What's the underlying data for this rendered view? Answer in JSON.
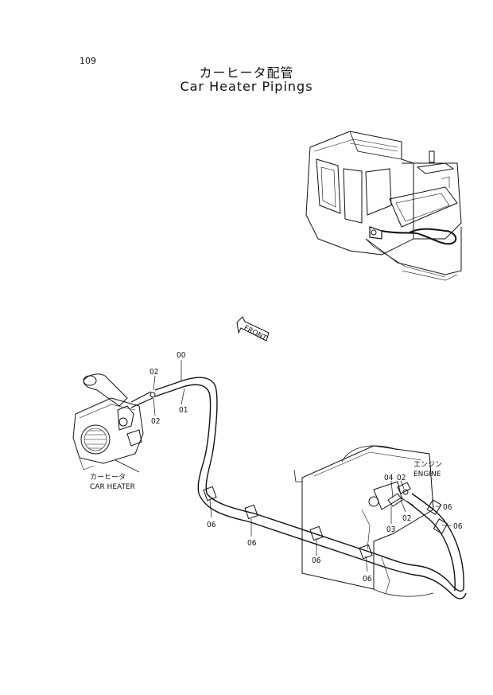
{
  "page_number": "109",
  "title_ja": "カーヒータ配管",
  "title_en": "Car Heater Pipings",
  "front_arrow": "FRONT",
  "labels": {
    "car_heater_ja": "カーヒータ",
    "car_heater_en": "CAR HEATER",
    "engine_ja": "エンジン",
    "engine_en": "ENGINE"
  },
  "callouts": {
    "p00": "00",
    "p01": "01",
    "p02a": "02",
    "p02b": "02",
    "p02c": "02",
    "p02d": "02",
    "p03": "03",
    "p04": "04",
    "p06a": "06",
    "p06b": "06",
    "p06c": "06",
    "p06d": "06",
    "p06e": "06",
    "p06f": "06"
  }
}
